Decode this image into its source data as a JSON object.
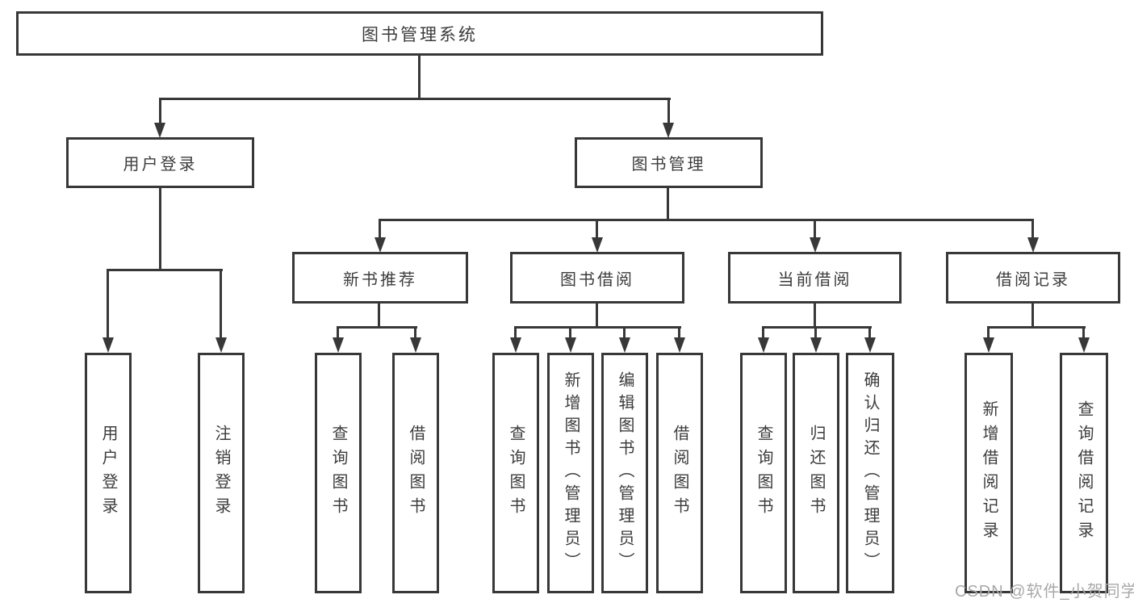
{
  "nodes": {
    "root": "图书管理系统",
    "user_login": "用户登录",
    "book_mgmt": "图书管理",
    "new_books": "新书推荐",
    "book_borrow": "图书借阅",
    "current_borrow": "当前借阅",
    "borrow_records": "借阅记录",
    "leaves": {
      "user_login": [
        "用户登录",
        "注销登录"
      ],
      "new_books": [
        "查询图书",
        "借阅图书"
      ],
      "book_borrow": [
        "查询图书",
        "新增图书（管理员）",
        "编辑图书（管理员）",
        "借阅图书"
      ],
      "current_borrow": [
        "查询图书",
        "归还图书",
        "确认归还（管理员）"
      ],
      "borrow_records": [
        "新增借阅记录",
        "查询借阅记录"
      ]
    }
  },
  "watermark": "CSDN @软件_小贺同学",
  "colors": {
    "line": "#383838",
    "text": "#3c3c3c",
    "watermark": "#a8a8a8",
    "background": "#ffffff"
  }
}
